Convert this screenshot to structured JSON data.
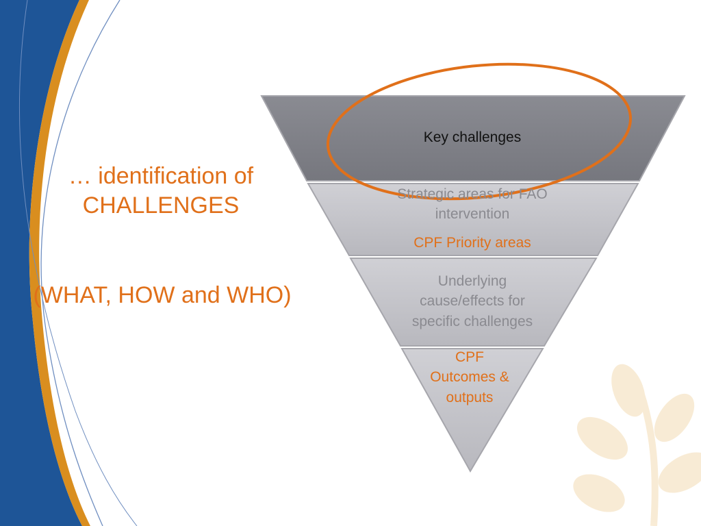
{
  "slide": {
    "heading": {
      "line1": "… identification of",
      "line2": "CHALLENGES",
      "line3": "(WHAT, HOW and WHO)"
    },
    "funnel": {
      "level1": {
        "label": "Key challenges"
      },
      "level2": {
        "label_line1": "Strategic areas for FAO",
        "label_line2": "intervention",
        "sub_label": "CPF Priority areas"
      },
      "level3": {
        "label_line1": "Underlying",
        "label_line2": "cause/effects for",
        "label_line3": "specific challenges"
      },
      "level4": {
        "label_line1": "CPF",
        "label_line2": "Outcomes &",
        "label_line3": "outputs"
      }
    },
    "colors": {
      "accent_orange": "#E0701A",
      "left_band_blue": "#1E5597",
      "left_band_gold": "#D98E1F",
      "funnel_dark": "#7e7f86",
      "funnel_light": "#c2c2c7"
    }
  }
}
